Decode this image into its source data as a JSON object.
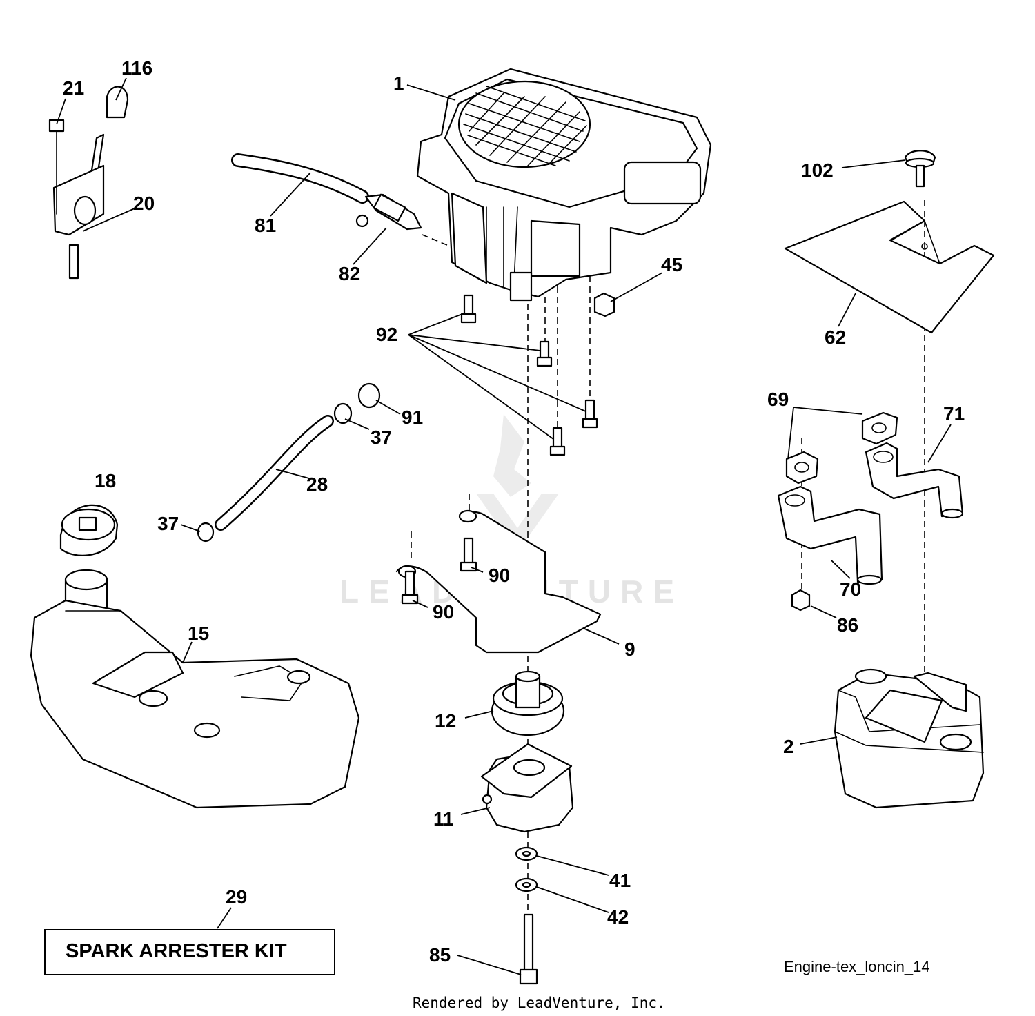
{
  "labels": {
    "l1": "1",
    "l2": "2",
    "l9": "9",
    "l11": "11",
    "l12": "12",
    "l15": "15",
    "l18": "18",
    "l20": "20",
    "l21": "21",
    "l28": "28",
    "l29": "29",
    "l37a": "37",
    "l37b": "37",
    "l41": "41",
    "l42": "42",
    "l45": "45",
    "l62": "62",
    "l69": "69",
    "l70": "70",
    "l71": "71",
    "l81": "81",
    "l82": "82",
    "l85": "85",
    "l86": "86",
    "l90a": "90",
    "l90b": "90",
    "l91": "91",
    "l92": "92",
    "l102": "102",
    "l116": "116"
  },
  "kit_box_text": "SPARK ARRESTER KIT",
  "diagram_code": "Engine-tex_loncin_14",
  "rendered_by": "Rendered by LeadVenture, Inc.",
  "watermark": "LEADVENTURE",
  "colors": {
    "ink": "#000000",
    "paper": "#ffffff",
    "watermark": "#e4e4e4"
  }
}
